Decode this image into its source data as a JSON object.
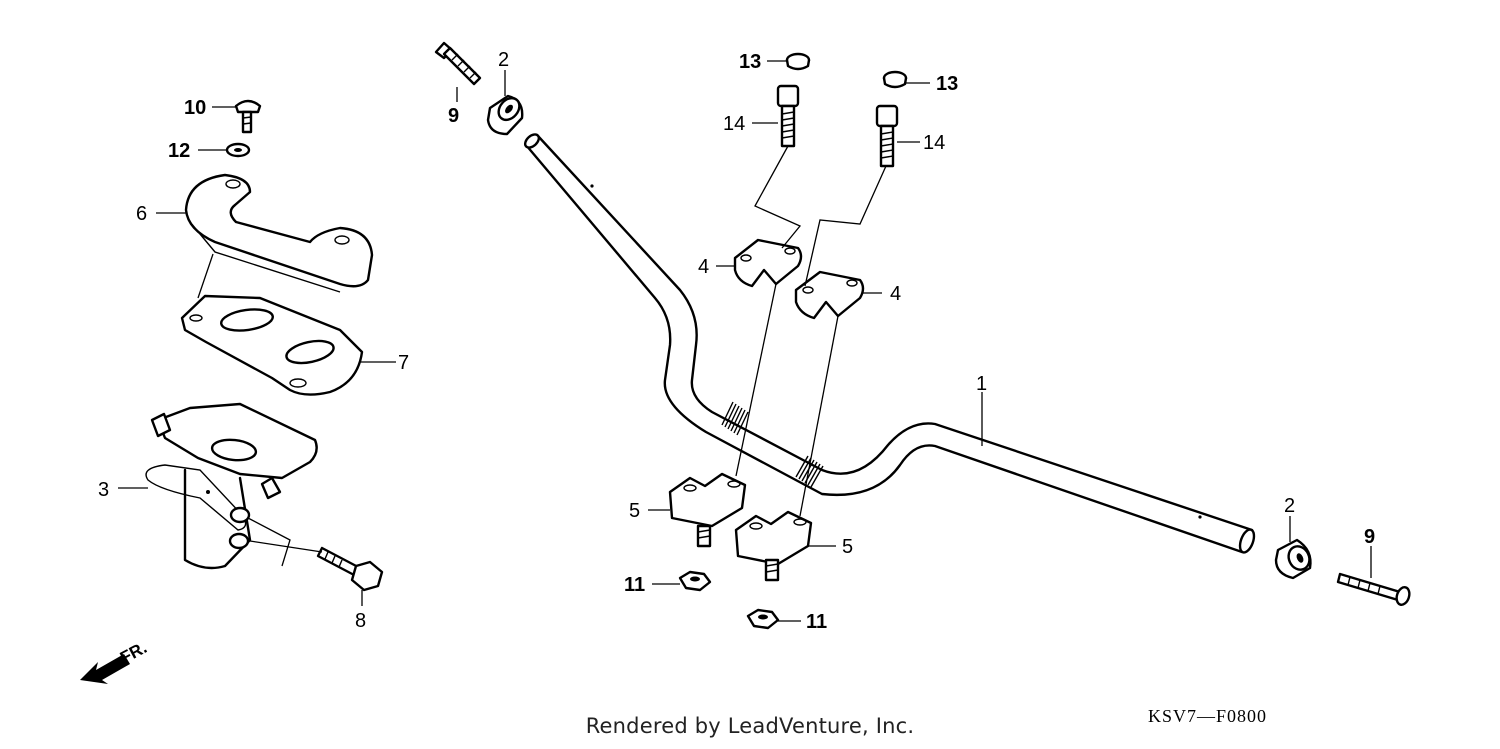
{
  "callouts": {
    "c1": "1",
    "c2a": "2",
    "c2b": "2",
    "c3": "3",
    "c4a": "4",
    "c4b": "4",
    "c5a": "5",
    "c5b": "5",
    "c6": "6",
    "c7": "7",
    "c8": "8",
    "c9a": "9",
    "c9b": "9",
    "c10": "10",
    "c11a": "11",
    "c11b": "11",
    "c12": "12",
    "c13a": "13",
    "c13b": "13",
    "c14a": "14",
    "c14b": "14"
  },
  "direction_label": "FR.",
  "diagram_code": "KSV7—F0800",
  "footer": "Rendered by LeadVenture, Inc."
}
